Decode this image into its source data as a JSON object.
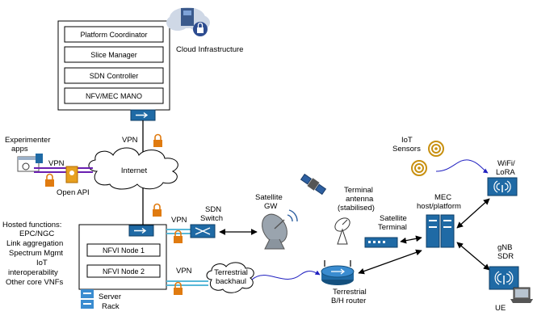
{
  "cloud_stack": {
    "items": [
      "Platform Coordinator",
      "Slice Manager",
      "SDN Controller",
      "NFV/MEC MANO"
    ],
    "label": "Cloud Infrastructure"
  },
  "vpn_label": "VPN",
  "internet_label": "Internet",
  "experimenter": {
    "line1": "Experimenter",
    "line2": "apps"
  },
  "open_api_label": "Open API",
  "hosted_functions": {
    "title": "Hosted functions:",
    "items": [
      "EPC/NGC",
      "Link aggregation",
      "Spectrum Mgmt",
      "IoT",
      "interoperability",
      "Other core VNFs"
    ]
  },
  "nfvi_nodes": [
    "NFVI Node 1",
    "NFVI Node 2"
  ],
  "server_rack": {
    "line1": "Server",
    "line2": "Rack"
  },
  "sdn_switch": {
    "line1": "SDN",
    "line2": "Switch"
  },
  "satellite_gw": {
    "line1": "Satellite",
    "line2": "GW"
  },
  "terrestrial_backhaul": {
    "line1": "Terrestrial",
    "line2": "backhaul"
  },
  "terminal_antenna": {
    "line1": "Terminal",
    "line2": "antenna",
    "line3": "(stabilised)"
  },
  "satellite_terminal": {
    "line1": "Satellite",
    "line2": "Terminal"
  },
  "terrestrial_router": {
    "line1": "Terrestrial",
    "line2": "B/H router"
  },
  "mec": {
    "line1": "MEC",
    "line2": "host/platform"
  },
  "iot_sensors": {
    "line1": "IoT",
    "line2": "Sensors"
  },
  "wifi_lora": {
    "line1": "WiFi/",
    "line2": "LoRA"
  },
  "gnb_sdr": {
    "line1": "gNB",
    "line2": "SDR"
  },
  "ue_label": "UE",
  "colors": {
    "device_blue": "#1f6aa5",
    "vpn_purple": "#6a1fb0",
    "lock_orange": "#e07b10",
    "sensor_gold": "#c89010",
    "link_blue": "#2020c0",
    "cable_cyan": "#58b8d8"
  }
}
